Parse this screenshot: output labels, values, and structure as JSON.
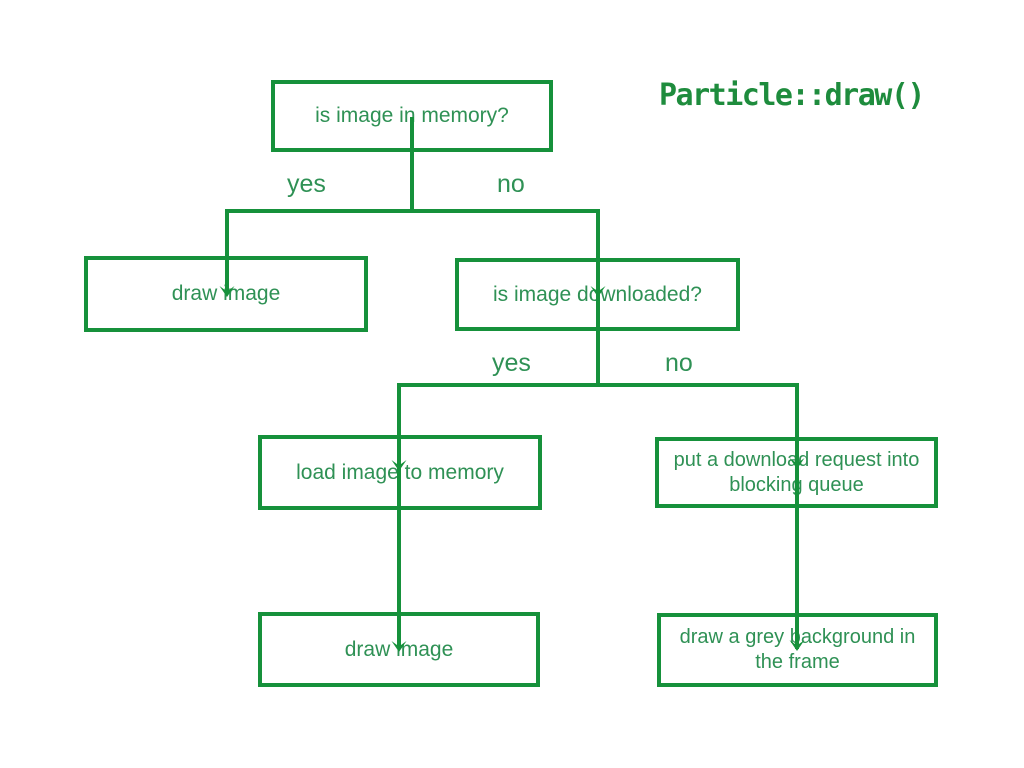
{
  "title": "Particle::draw()",
  "colors": {
    "line": "#16913B",
    "text": "#2F9155",
    "title": "#1E8C3D"
  },
  "flowchart": {
    "root": {
      "label": "is image in memory?"
    },
    "branch1": {
      "yes": "yes",
      "no": "no"
    },
    "draw_image_left": {
      "label": "draw image"
    },
    "is_downloaded": {
      "label": "is image downloaded?"
    },
    "branch2": {
      "yes": "yes",
      "no": "no"
    },
    "load_image": {
      "label": "load image to memory"
    },
    "enqueue": {
      "label": "put a download request into blocking queue"
    },
    "draw_image_end": {
      "label": "draw image"
    },
    "grey_background": {
      "label": "draw a grey background in the frame"
    }
  }
}
